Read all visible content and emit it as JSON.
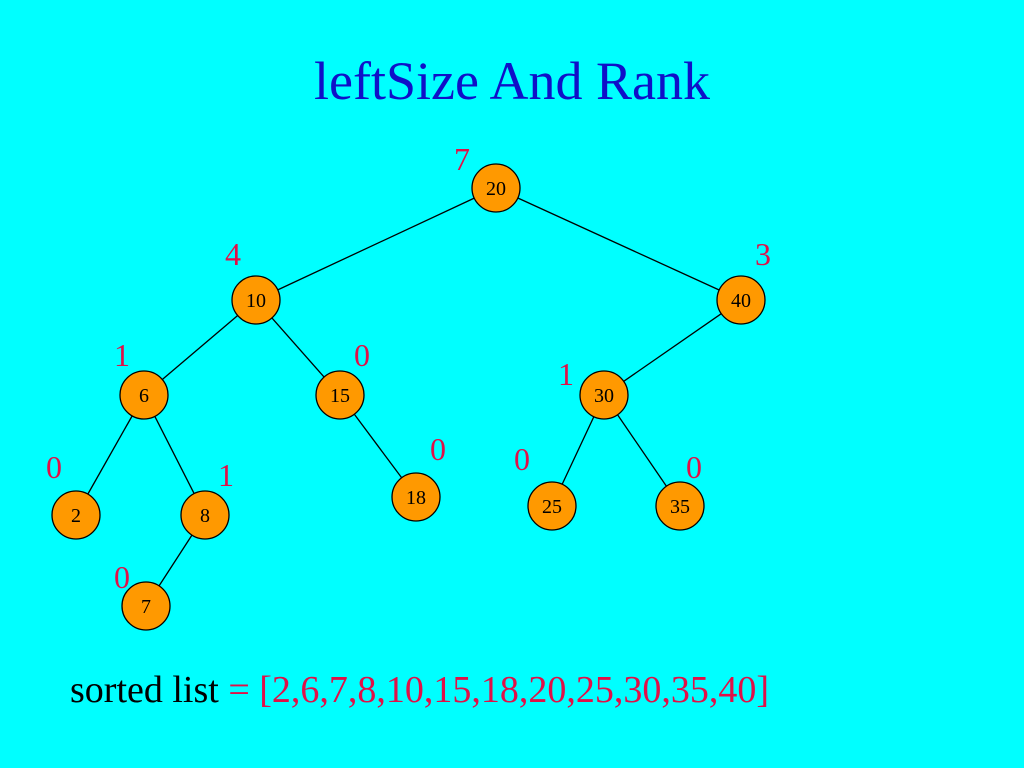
{
  "title": "leftSize And Rank",
  "tree": {
    "nodes": [
      {
        "id": "n20",
        "value": "20",
        "left_size": "7"
      },
      {
        "id": "n10",
        "value": "10",
        "left_size": "4"
      },
      {
        "id": "n40",
        "value": "40",
        "left_size": "3"
      },
      {
        "id": "n6",
        "value": "6",
        "left_size": "1"
      },
      {
        "id": "n15",
        "value": "15",
        "left_size": "0"
      },
      {
        "id": "n30",
        "value": "30",
        "left_size": "1"
      },
      {
        "id": "n2",
        "value": "2",
        "left_size": "0"
      },
      {
        "id": "n8",
        "value": "8",
        "left_size": "1"
      },
      {
        "id": "n18",
        "value": "18",
        "left_size": "0"
      },
      {
        "id": "n25",
        "value": "25",
        "left_size": "0"
      },
      {
        "id": "n35",
        "value": "35",
        "left_size": "0"
      },
      {
        "id": "n7",
        "value": "7",
        "left_size": "0"
      }
    ],
    "edges": [
      [
        "n20",
        "n10"
      ],
      [
        "n20",
        "n40"
      ],
      [
        "n10",
        "n6"
      ],
      [
        "n10",
        "n15"
      ],
      [
        "n40",
        "n30"
      ],
      [
        "n6",
        "n2"
      ],
      [
        "n6",
        "n8"
      ],
      [
        "n15",
        "n18"
      ],
      [
        "n30",
        "n25"
      ],
      [
        "n30",
        "n35"
      ],
      [
        "n8",
        "n7"
      ]
    ]
  },
  "sorted_list": {
    "label": "sorted list",
    "values": "= [2,6,7,8,10,15,18,20,25,30,35,40]"
  },
  "colors": {
    "background": "#00FFFF",
    "title": "#1010C8",
    "node_fill": "#FF9900",
    "label": "#E01048"
  }
}
